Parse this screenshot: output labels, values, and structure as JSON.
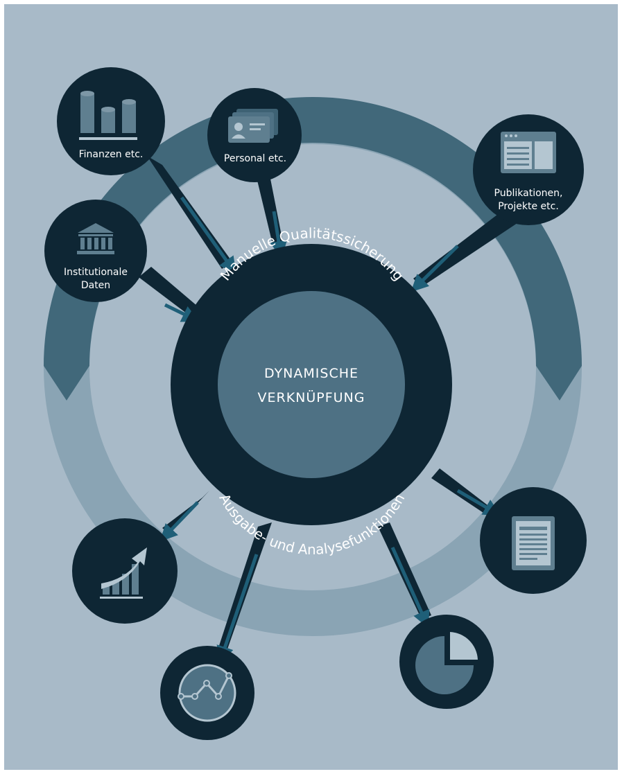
{
  "center": {
    "line1": "DYNAMISCHE",
    "line2": "VERKNÜPFUNG",
    "top_arc_text": "Manuelle Qualitätssicherung",
    "bottom_arc_text": "Ausgabe- und Analysefunktionen"
  },
  "inputs": {
    "finanzen": "Finanzen etc.",
    "personal": "Personal etc.",
    "publikationen_line1": "Publikationen,",
    "publikationen_line2": "Projekte etc.",
    "institutionale_line1": "Institutionale",
    "institutionale_line2": "Daten"
  },
  "icons": {
    "finanzen": "bar-cylinders-icon",
    "personal": "id-cards-icon",
    "publikationen": "browser-window-icon",
    "institutionale": "institution-building-icon",
    "growth": "growth-chart-icon",
    "line_chart": "line-chart-icon",
    "pie_chart": "pie-chart-icon",
    "report": "report-document-icon"
  },
  "colors": {
    "background": "#a8bac8",
    "ring_dark": "#41687a",
    "ring_light": "#8aa4b4",
    "navy": "#0e2634",
    "inner": "#4e7184",
    "arrow": "#1f5f78",
    "icon_fill": "#5f7f90",
    "icon_light": "#b4c6d1"
  }
}
